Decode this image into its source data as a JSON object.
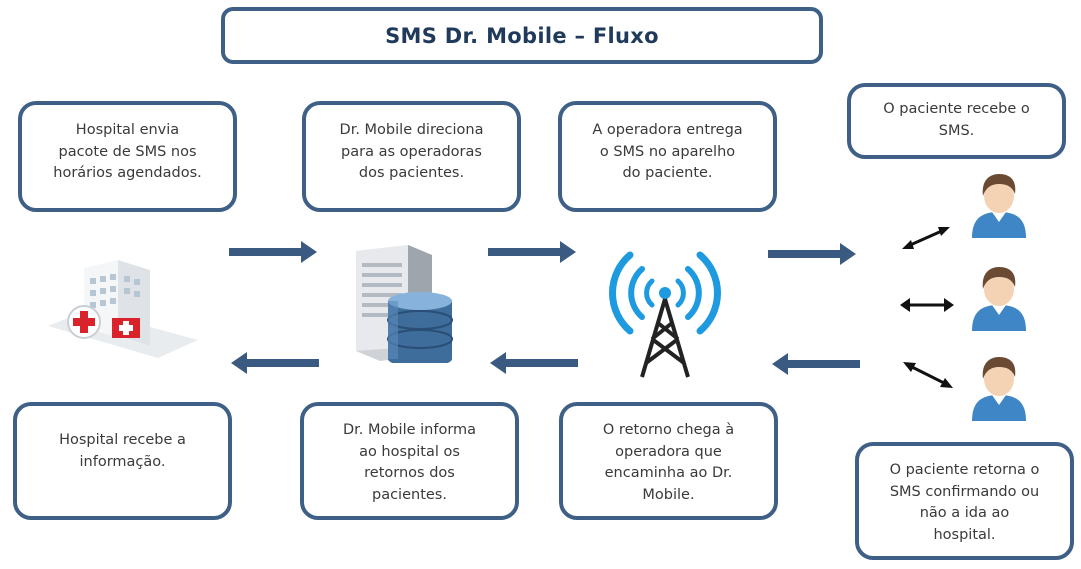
{
  "title": "SMS Dr. Mobile – Fluxo",
  "top_boxes": [
    "Hospital envia\npacote de SMS nos\nhorários agendados.",
    "Dr. Mobile direciona\npara as operadoras\ndos pacientes.",
    "A operadora entrega\no SMS no aparelho\ndo paciente.",
    "O paciente recebe o\nSMS."
  ],
  "bottom_boxes": [
    "Hospital recebe a\ninformação.",
    "Dr. Mobile informa\nao hospital os\nretornos dos\npacientes.",
    "O retorno chega à\noperadora que\nencaminha ao Dr.\nMobile.",
    "O paciente retorna o\nSMS confirmando ou\nnão a ida ao\nhospital."
  ],
  "icons": [
    "hospital-icon",
    "server-database-icon",
    "antenna-tower-icon",
    "patient-icon"
  ],
  "colors": {
    "border": "#3e5f86",
    "arrow": "#3b5a82",
    "title_text": "#1f3a5a",
    "signal": "#1e9ae0",
    "hospital_cross": "#d9222a"
  }
}
